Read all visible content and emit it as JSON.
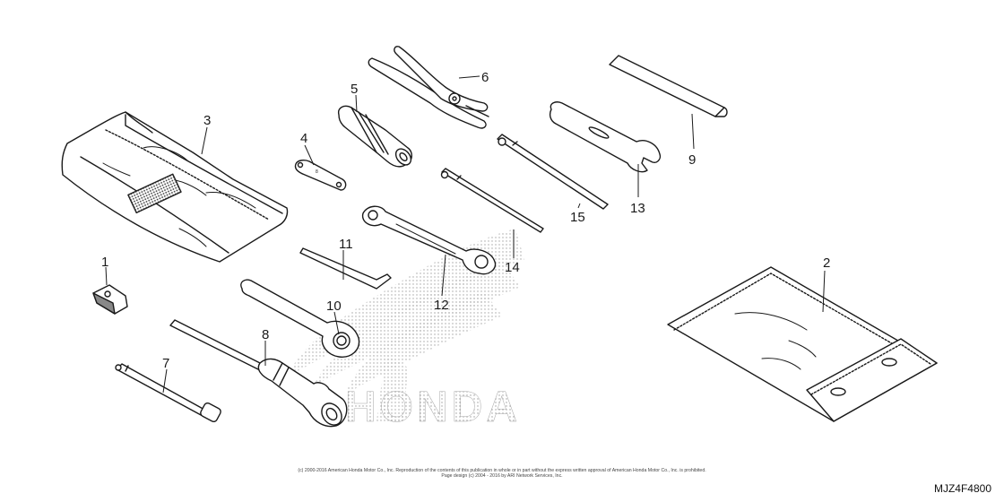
{
  "diagram": {
    "brand_watermark": "HONDA",
    "part_numbers": [
      "1",
      "2",
      "3",
      "4",
      "5",
      "6",
      "7",
      "8",
      "9",
      "10",
      "11",
      "12",
      "13",
      "14",
      "15"
    ],
    "copyright_line1": "(c) 2000-2016 American Honda Motor Co., Inc. Reproduction of the contents of this publication in whole or in part without the express written approval of American Honda Motor Co., Inc. is prohibited.",
    "copyright_line2": "Page design (c) 2004 - 2016 by ARI Network Services, Inc.",
    "diagram_code": "MJZ4F4800"
  }
}
